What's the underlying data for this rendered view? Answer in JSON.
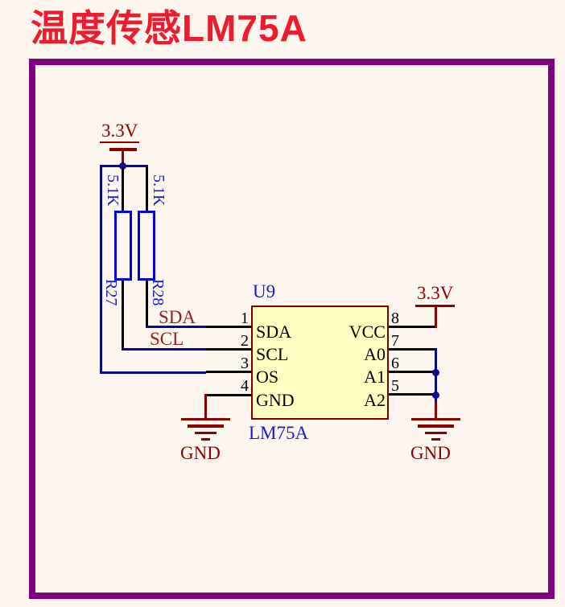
{
  "title": "温度传感LM75A",
  "colors": {
    "title_red": "#EE1B2E",
    "frame_purple": "#800080",
    "wire_navy": "#0A0A8F",
    "wire_black": "#000000",
    "symbol_dark_red": "#8B0000",
    "component_text_blue": "#1A1AC8",
    "resistor_outline_blue": "#0000E0",
    "ic_fill_yellow": "#FFFFC2",
    "ic_border_dark_red": "#7A0000",
    "background_cream": "#FCF6EE"
  },
  "power": {
    "vcc_left": "3.3V",
    "vcc_right": "3.3V",
    "gnd_left": "GND",
    "gnd_right": "GND"
  },
  "net_labels": {
    "sda": "SDA",
    "scl": "SCL"
  },
  "resistors": [
    {
      "ref": "R27",
      "value": "5.1K"
    },
    {
      "ref": "R28",
      "value": "5.1K"
    }
  ],
  "ic": {
    "ref": "U9",
    "part": "LM75A",
    "left_pins": [
      {
        "num": "1",
        "name": "SDA"
      },
      {
        "num": "2",
        "name": "SCL"
      },
      {
        "num": "3",
        "name": "OS"
      },
      {
        "num": "4",
        "name": "GND"
      }
    ],
    "right_pins": [
      {
        "num": "8",
        "name": "VCC"
      },
      {
        "num": "7",
        "name": "A0"
      },
      {
        "num": "6",
        "name": "A1"
      },
      {
        "num": "5",
        "name": "A2"
      }
    ]
  }
}
